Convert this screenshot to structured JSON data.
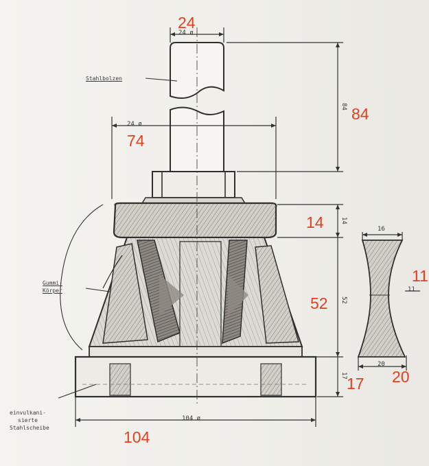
{
  "annotations": {
    "d24": "24",
    "d84": "84",
    "d74": "74",
    "d14": "14",
    "d11": "11",
    "d52": "52",
    "d17": "17",
    "d20": "20",
    "d104": "104"
  },
  "labels": {
    "stahlbolzen": "Stahlbolzen",
    "gummi": "Gummi-",
    "koerper": "Körper",
    "einvulk1": "einvulkani-",
    "einvulk2": "sierte",
    "einvulk3": "Stahlscheibe"
  },
  "dimension_text": {
    "top_dia": "24 ø",
    "mid_dia": "24 ø",
    "base_dia": "104 ø",
    "h84": "84",
    "h14": "14",
    "h52": "52",
    "h17": "17",
    "w16": "16",
    "w11": "11",
    "w20": "20"
  },
  "colors": {
    "annotation": "#e0401f",
    "ink": "#333333",
    "paper": "#f1f0ec"
  }
}
